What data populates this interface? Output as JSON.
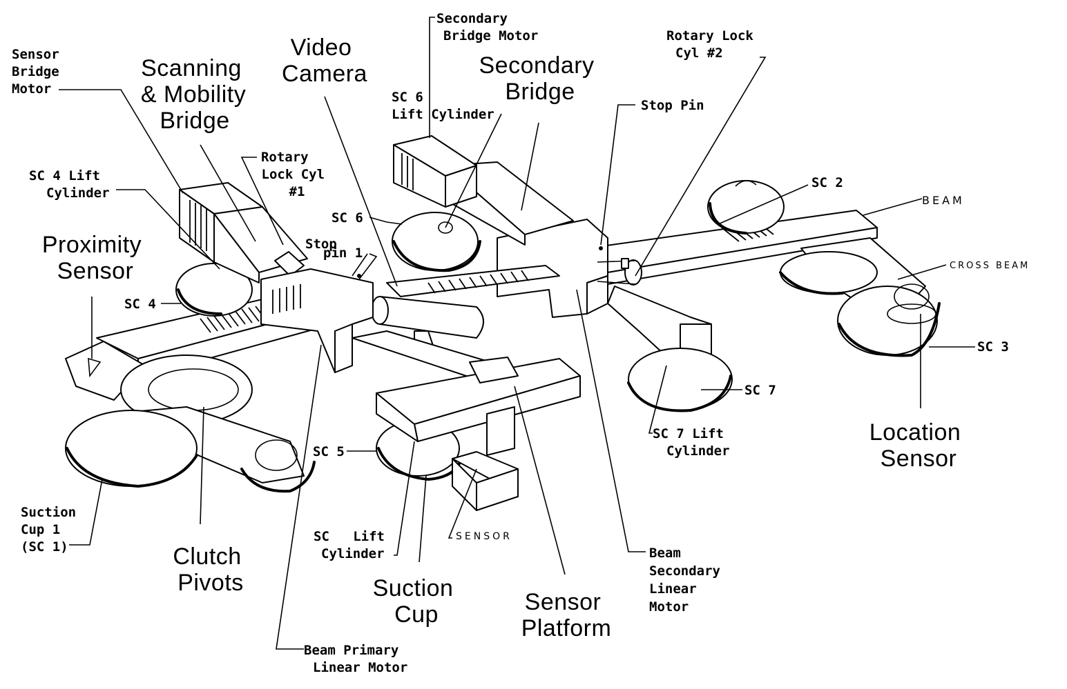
{
  "diagram": {
    "title_labels": {
      "scanning_bridge": [
        "Scanning",
        "& Mobility",
        "Bridge"
      ],
      "video_camera": [
        "Video",
        "Camera"
      ],
      "secondary_bridge": [
        "Secondary",
        "Bridge"
      ],
      "proximity_sensor": [
        "Proximity",
        "Sensor"
      ],
      "location_sensor": [
        "Location",
        "Sensor"
      ],
      "clutch_pivots": [
        "Clutch",
        "Pivots"
      ],
      "suction_cup": [
        "Suction",
        "Cup"
      ],
      "sensor_platform": [
        "Sensor",
        "Platform"
      ]
    },
    "callouts": {
      "sensor_bridge_motor": [
        "Sensor",
        "Bridge",
        "Motor"
      ],
      "sc4_lift_cylinder": [
        "SC 4 Lift",
        "Cylinder"
      ],
      "rotary_lock_cyl_1": [
        "Rotary",
        "Lock Cyl",
        "#1"
      ],
      "stop_pin_1": [
        "Stop",
        "pin 1"
      ],
      "sc6": "SC 6",
      "secondary_bridge_motor": [
        "Secondary",
        "Bridge Motor"
      ],
      "sc6_lift_cylinder": [
        "SC 6",
        "Lift Cylinder"
      ],
      "rotary_lock_cyl_2": [
        "Rotary Lock",
        "Cyl #2"
      ],
      "stop_pin": "Stop Pin",
      "sc2": "SC 2",
      "beam": "BEAM",
      "cross_beam": "CROSS BEAM",
      "sc3": "SC 3",
      "sc4": "SC 4",
      "sc7": "SC 7",
      "sc7_lift_cylinder": [
        "SC 7 Lift",
        "Cylinder"
      ],
      "sc5": "SC 5",
      "sensor": "SENSOR",
      "suction_cup_1": [
        "Suction",
        "Cup 1",
        "(SC 1)"
      ],
      "sc_lift_cylinder": [
        "SC   Lift",
        "Cylinder"
      ],
      "beam_primary_linear_motor": [
        "Beam Primary",
        "Linear Motor"
      ],
      "beam_secondary_linear_motor": [
        "Beam",
        "Secondary",
        "Linear",
        "Motor"
      ]
    }
  }
}
